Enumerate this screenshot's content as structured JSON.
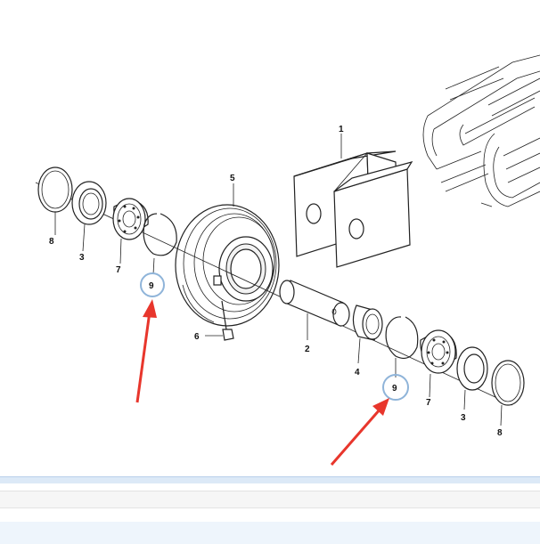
{
  "diagram": {
    "callouts": {
      "p1": "1",
      "p2": "2",
      "p3_left": "3",
      "p3_right": "3",
      "p4": "4",
      "p5": "5",
      "p6": "6",
      "p7_left": "7",
      "p7_right": "7",
      "p8_left": "8",
      "p8_right": "8",
      "p9_left": "9",
      "p9_right": "9"
    },
    "highlight_color": "#8fb4d9",
    "arrow_color": "#e8362c"
  }
}
